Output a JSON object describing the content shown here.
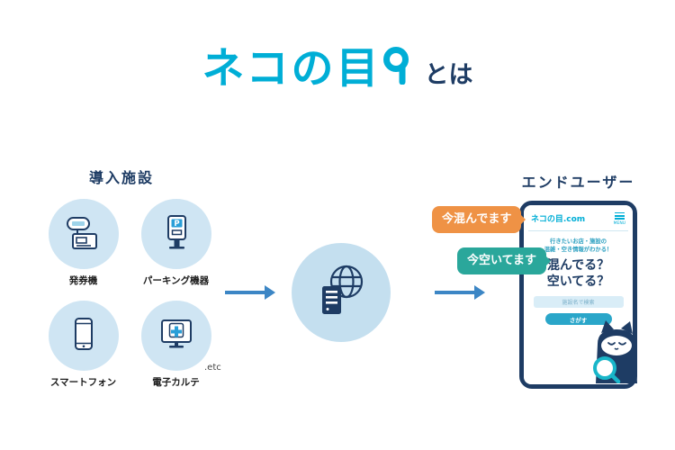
{
  "title": {
    "logo_text": "ネコの目",
    "suffix": "とは"
  },
  "facilities": {
    "heading": "導入施設",
    "items": [
      {
        "label": "発券機",
        "icon": "ticket-machine-icon"
      },
      {
        "label": "パーキング機器",
        "icon": "parking-meter-icon",
        "icon_letter": "P"
      },
      {
        "label": "スマートフォン",
        "icon": "smartphone-icon"
      },
      {
        "label": "電子カルテ",
        "icon": "medical-chart-icon"
      }
    ],
    "etc_label": ".etc"
  },
  "hub": {
    "icon": "server-globe-icon"
  },
  "end_user": {
    "heading": "エンドユーザー",
    "bubbles": [
      {
        "text": "今混んでます",
        "color": "#ef9245"
      },
      {
        "text": "今空いてます",
        "color": "#2aa79b"
      }
    ],
    "phone": {
      "site_name": "ネコの目.com",
      "menu_label": "MENU",
      "tagline_line1": "行きたいお店・施設の",
      "tagline_line2": "混雑・空き情報がわかる！",
      "headline_line1": "混んでる？",
      "headline_line2": "空いてる？",
      "search_placeholder": "施設名で検索",
      "search_button_label": "さがす",
      "mascot": "cat-mascot"
    }
  },
  "colors": {
    "brand_cyan": "#00aed6",
    "navy": "#1e3c64",
    "light_blue_circle": "#cfe5f3",
    "hub_blue": "#c4dfef",
    "arrow_blue": "#3c86c5",
    "bubble_orange": "#ef9245",
    "bubble_teal": "#2aa79b"
  }
}
